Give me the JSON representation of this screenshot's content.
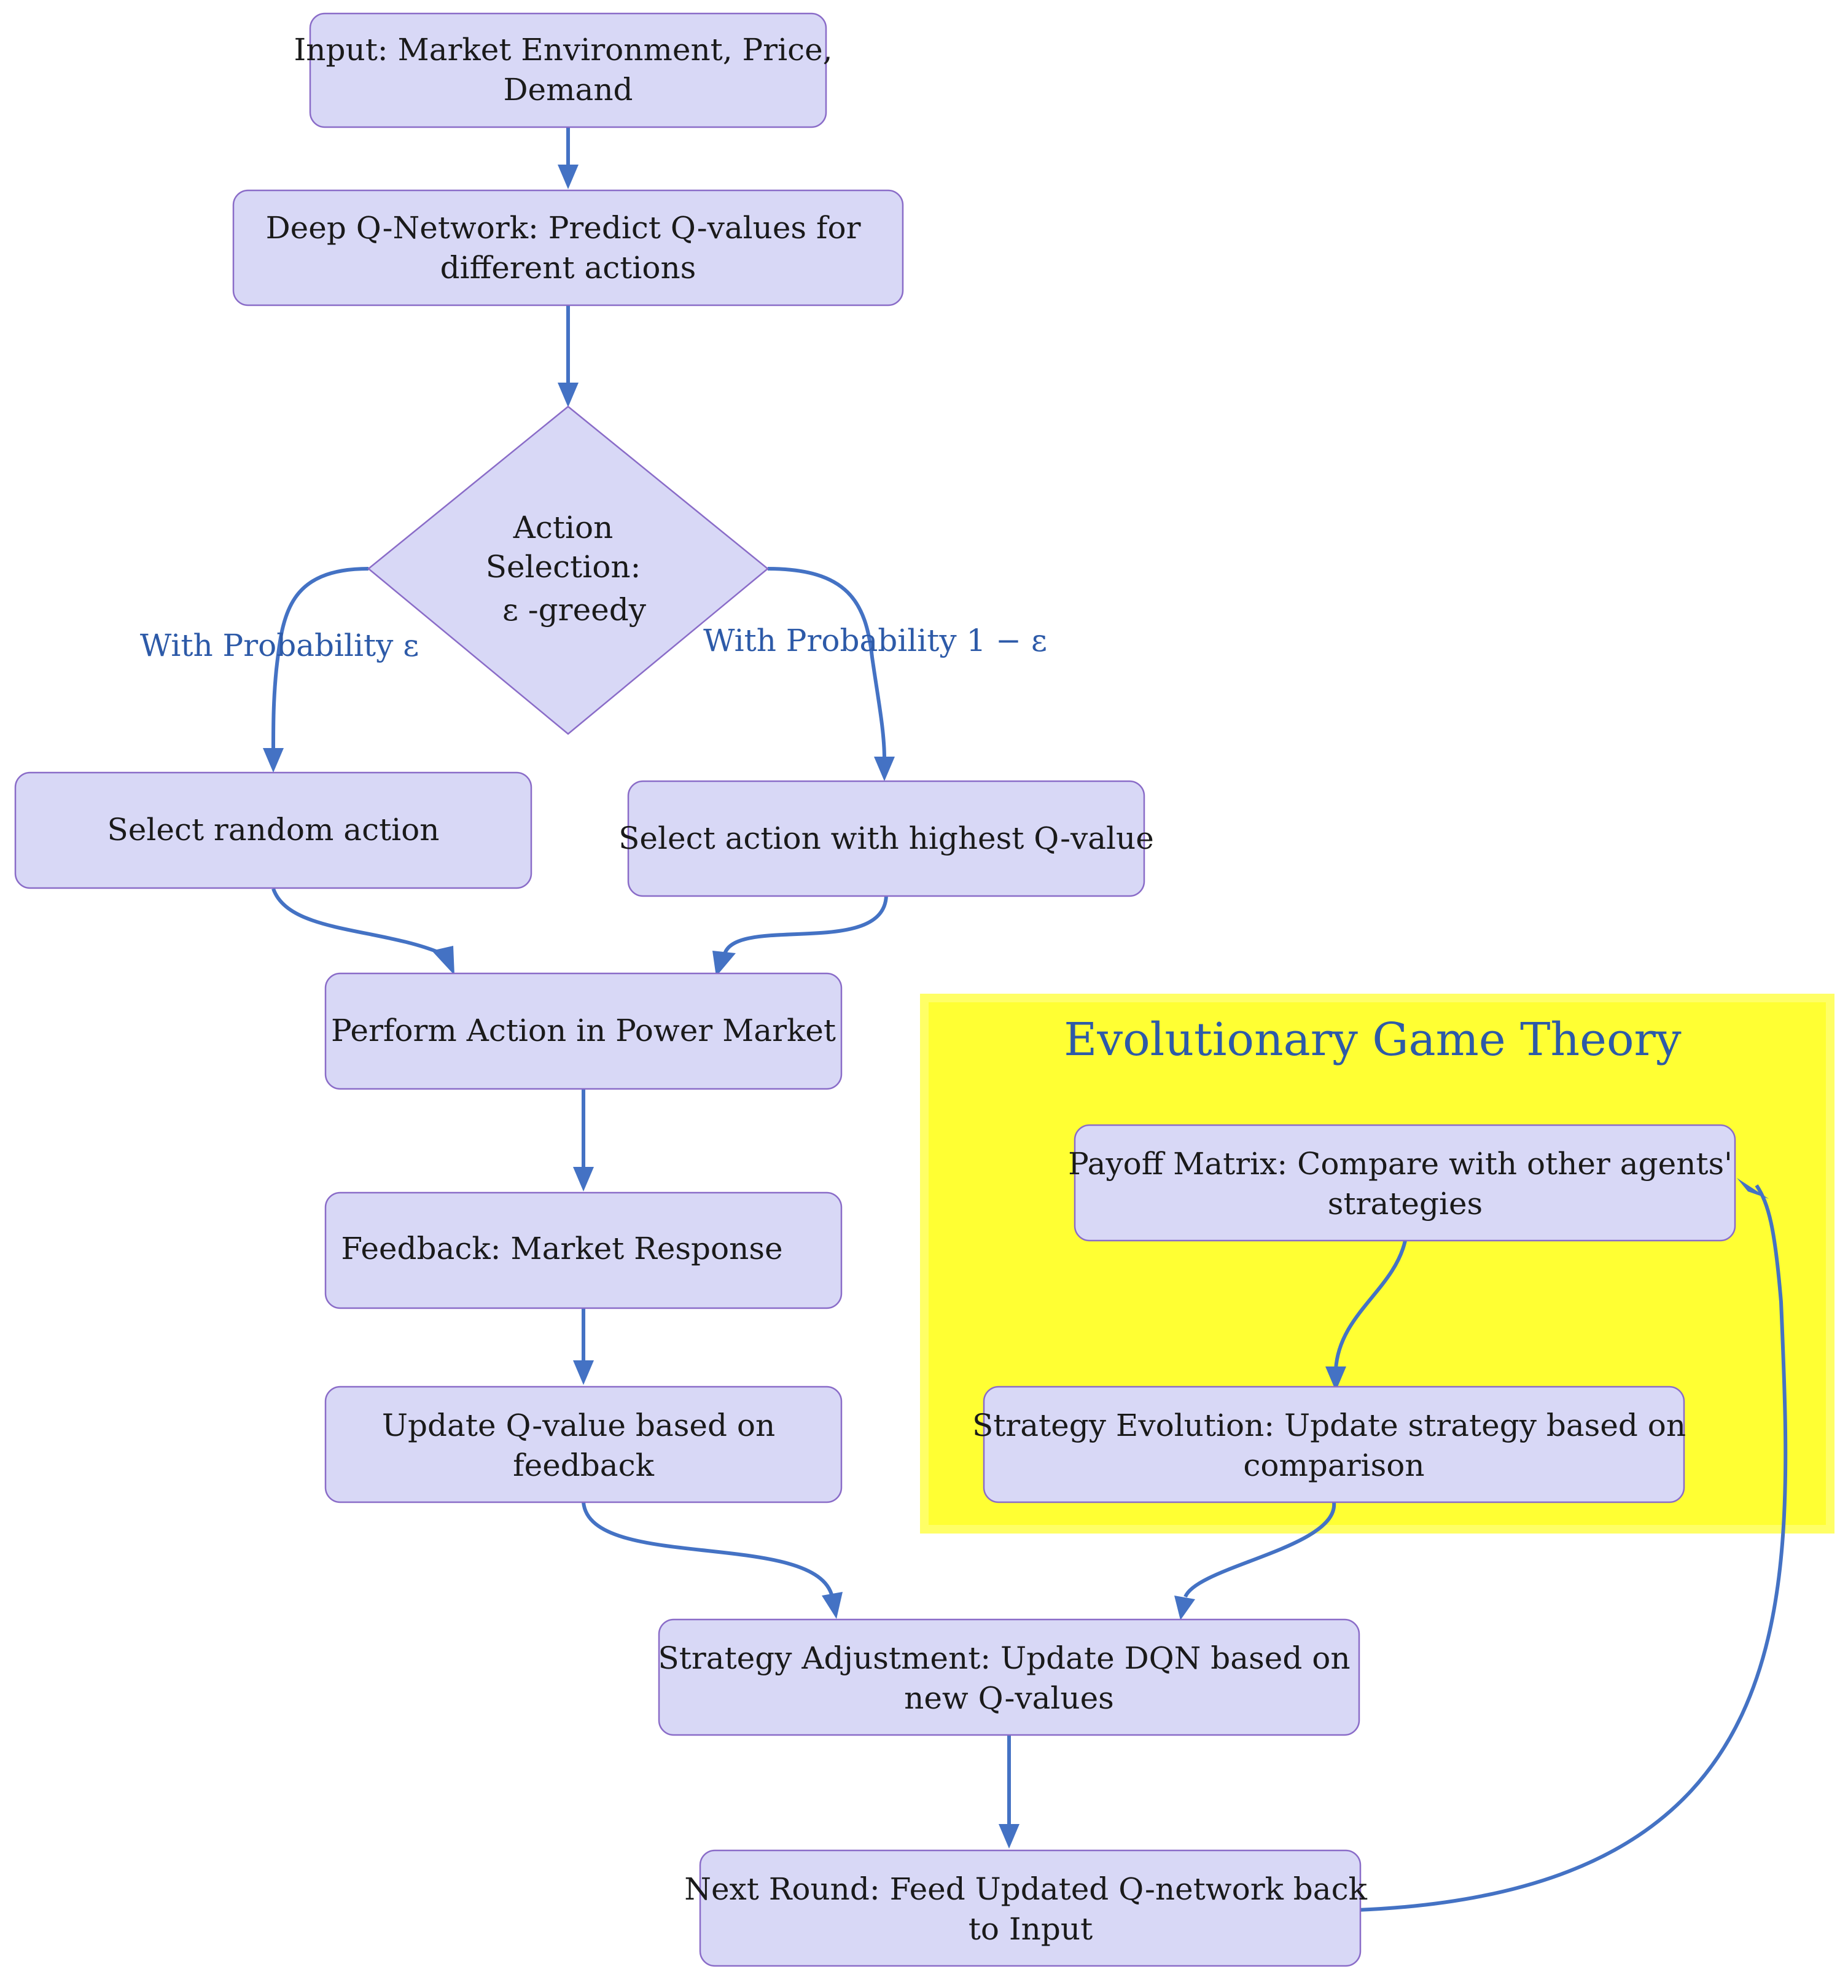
{
  "diagram": {
    "nodes": {
      "input": [
        "Input: Market Environment, Price,",
        "Demand"
      ],
      "dqn": [
        "Deep Q-Network: Predict Q-values for",
        "different actions"
      ],
      "action_selection": [
        "Action",
        "Selection:",
        "ε -greedy"
      ],
      "random_action": [
        "Select random action"
      ],
      "highest_q": [
        "Select action with highest Q-value"
      ],
      "perform": [
        "Perform Action in Power Market"
      ],
      "feedback": [
        "Feedback: Market Response"
      ],
      "update_q": [
        "Update Q-value based on",
        "feedback"
      ],
      "payoff": [
        "Payoff Matrix: Compare with other agents'",
        "strategies"
      ],
      "strategy_evolution": [
        "Strategy Evolution: Update strategy based on",
        "comparison"
      ],
      "strategy_adjustment": [
        "Strategy Adjustment: Update DQN based on",
        "new Q-values"
      ],
      "next_round": [
        "Next Round: Feed Updated Q-network back",
        "to Input"
      ]
    },
    "edge_labels": {
      "with_prob_eps": "With Probability ε",
      "with_prob_one_minus_eps": "With Probability 1 − ε"
    },
    "cluster": {
      "title": "Evolutionary Game Theory",
      "fill_color": "#ffff33"
    },
    "colors": {
      "node_fill": "#d8d8f6",
      "node_border": "#8a6cc8",
      "edge": "#4472c4",
      "label": "#2d5aa8"
    }
  }
}
